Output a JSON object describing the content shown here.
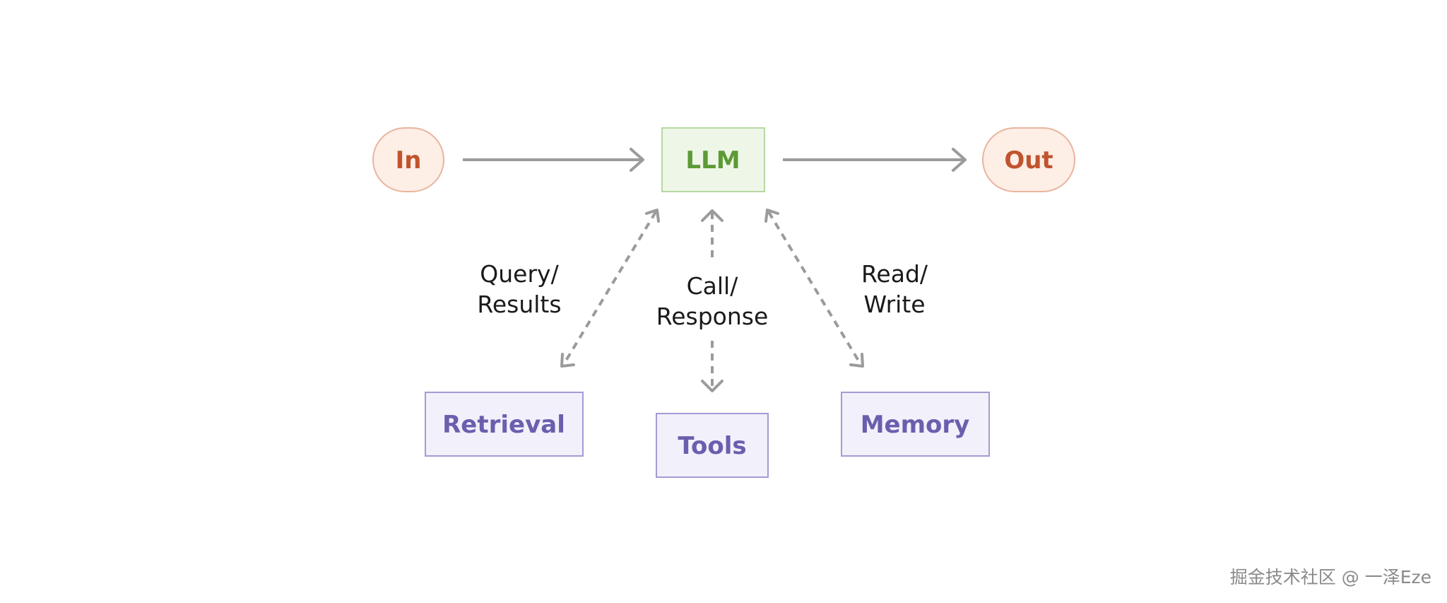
{
  "diagram": {
    "nodes": {
      "input": "In",
      "llm": "LLM",
      "output": "Out",
      "retrieval": "Retrieval",
      "tools": "Tools",
      "memory": "Memory"
    },
    "edge_labels": {
      "retrieval_line1": "Query/",
      "retrieval_line2": "Results",
      "tools_line1": "Call/",
      "tools_line2": "Response",
      "memory_line1": "Read/",
      "memory_line2": "Write"
    }
  },
  "colors": {
    "io_fill": "#fdeee6",
    "io_stroke": "#e8b59e",
    "io_text": "#c0542e",
    "llm_fill": "#eef6e8",
    "llm_stroke": "#b6d9a3",
    "llm_text": "#5c9a36",
    "aug_fill": "#f2f0fa",
    "aug_stroke": "#a49bd6",
    "aug_text": "#6a5fae",
    "arrow": "#9b9b9b"
  },
  "watermark": "掘金技术社区 @ 一泽Eze"
}
